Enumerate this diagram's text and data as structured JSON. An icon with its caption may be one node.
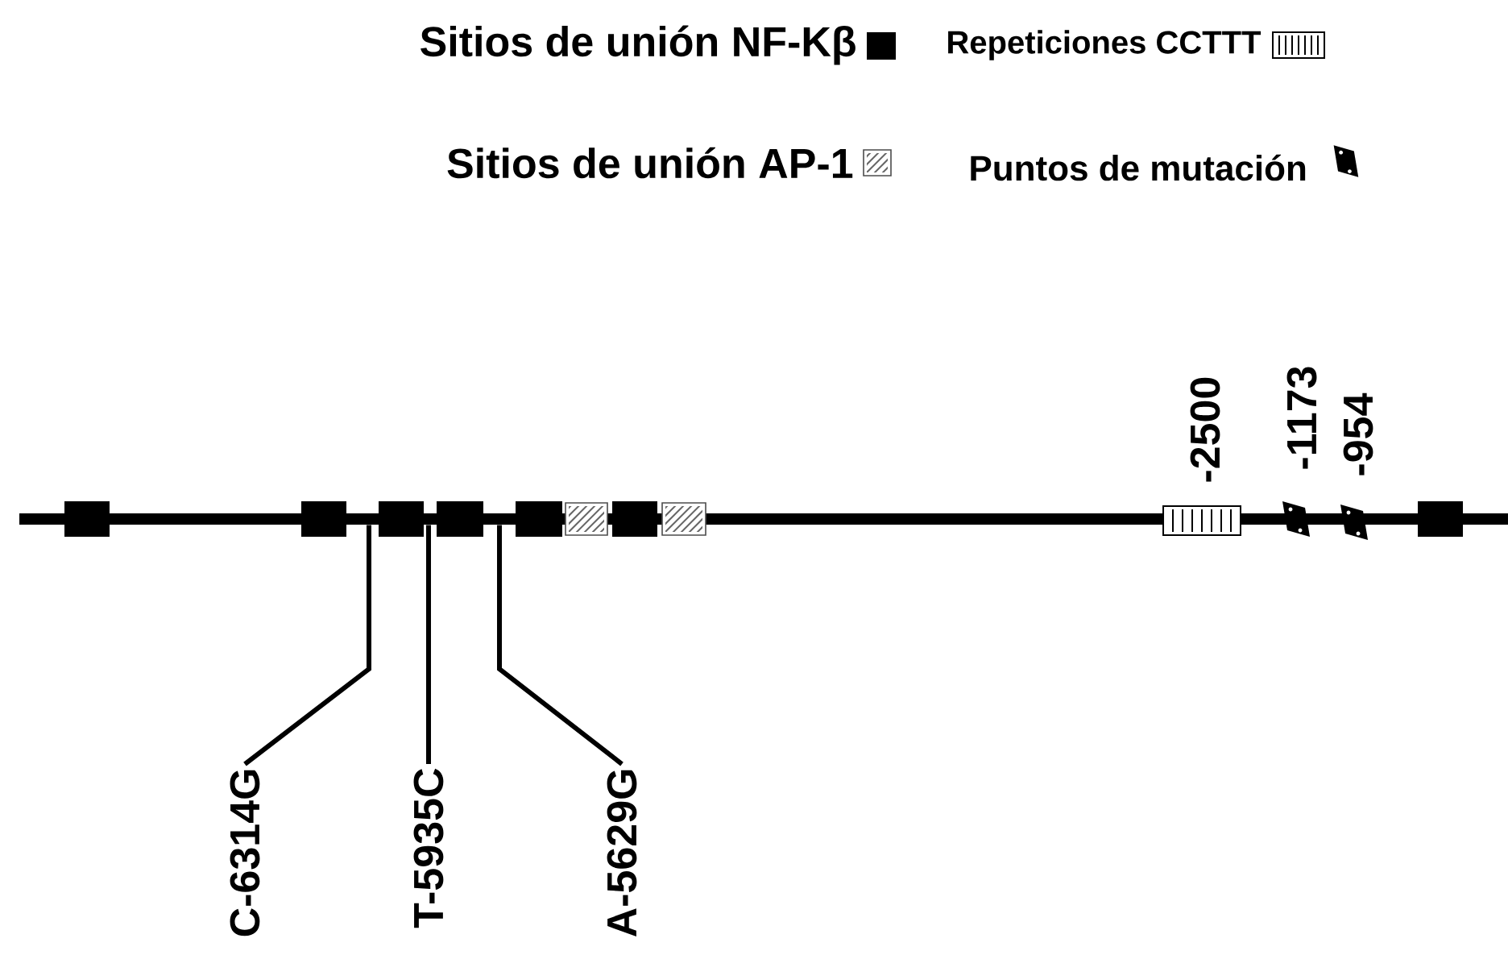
{
  "diagram": {
    "nodes": [
      {
        "text": [],
        "shape": "bar"
      },
      {
        "text": [
          "C-6314G"
        ]
      },
      {
        "text": [
          "T-5935C"
        ]
      },
      {
        "text": [
          "A-5629G"
        ]
      }
    ],
    "edges": [
      {
        "from": 1,
        "to": 0,
        "arrow": "none"
      },
      {
        "from": 2,
        "to": 0,
        "arrow": "none"
      },
      {
        "from": 3,
        "to": 0,
        "arrow": "none"
      }
    ],
    "labels": [
      "-2500",
      "-1173",
      "-954"
    ],
    "legend": [
      {
        "text": "Sitios de unión NF-Kβ",
        "color": "#000000"
      },
      {
        "text": "Repeticiones CCTTT"
      },
      {
        "text": "Sitios de unión AP-1"
      },
      {
        "text": "Puntos de mutación"
      }
    ]
  }
}
